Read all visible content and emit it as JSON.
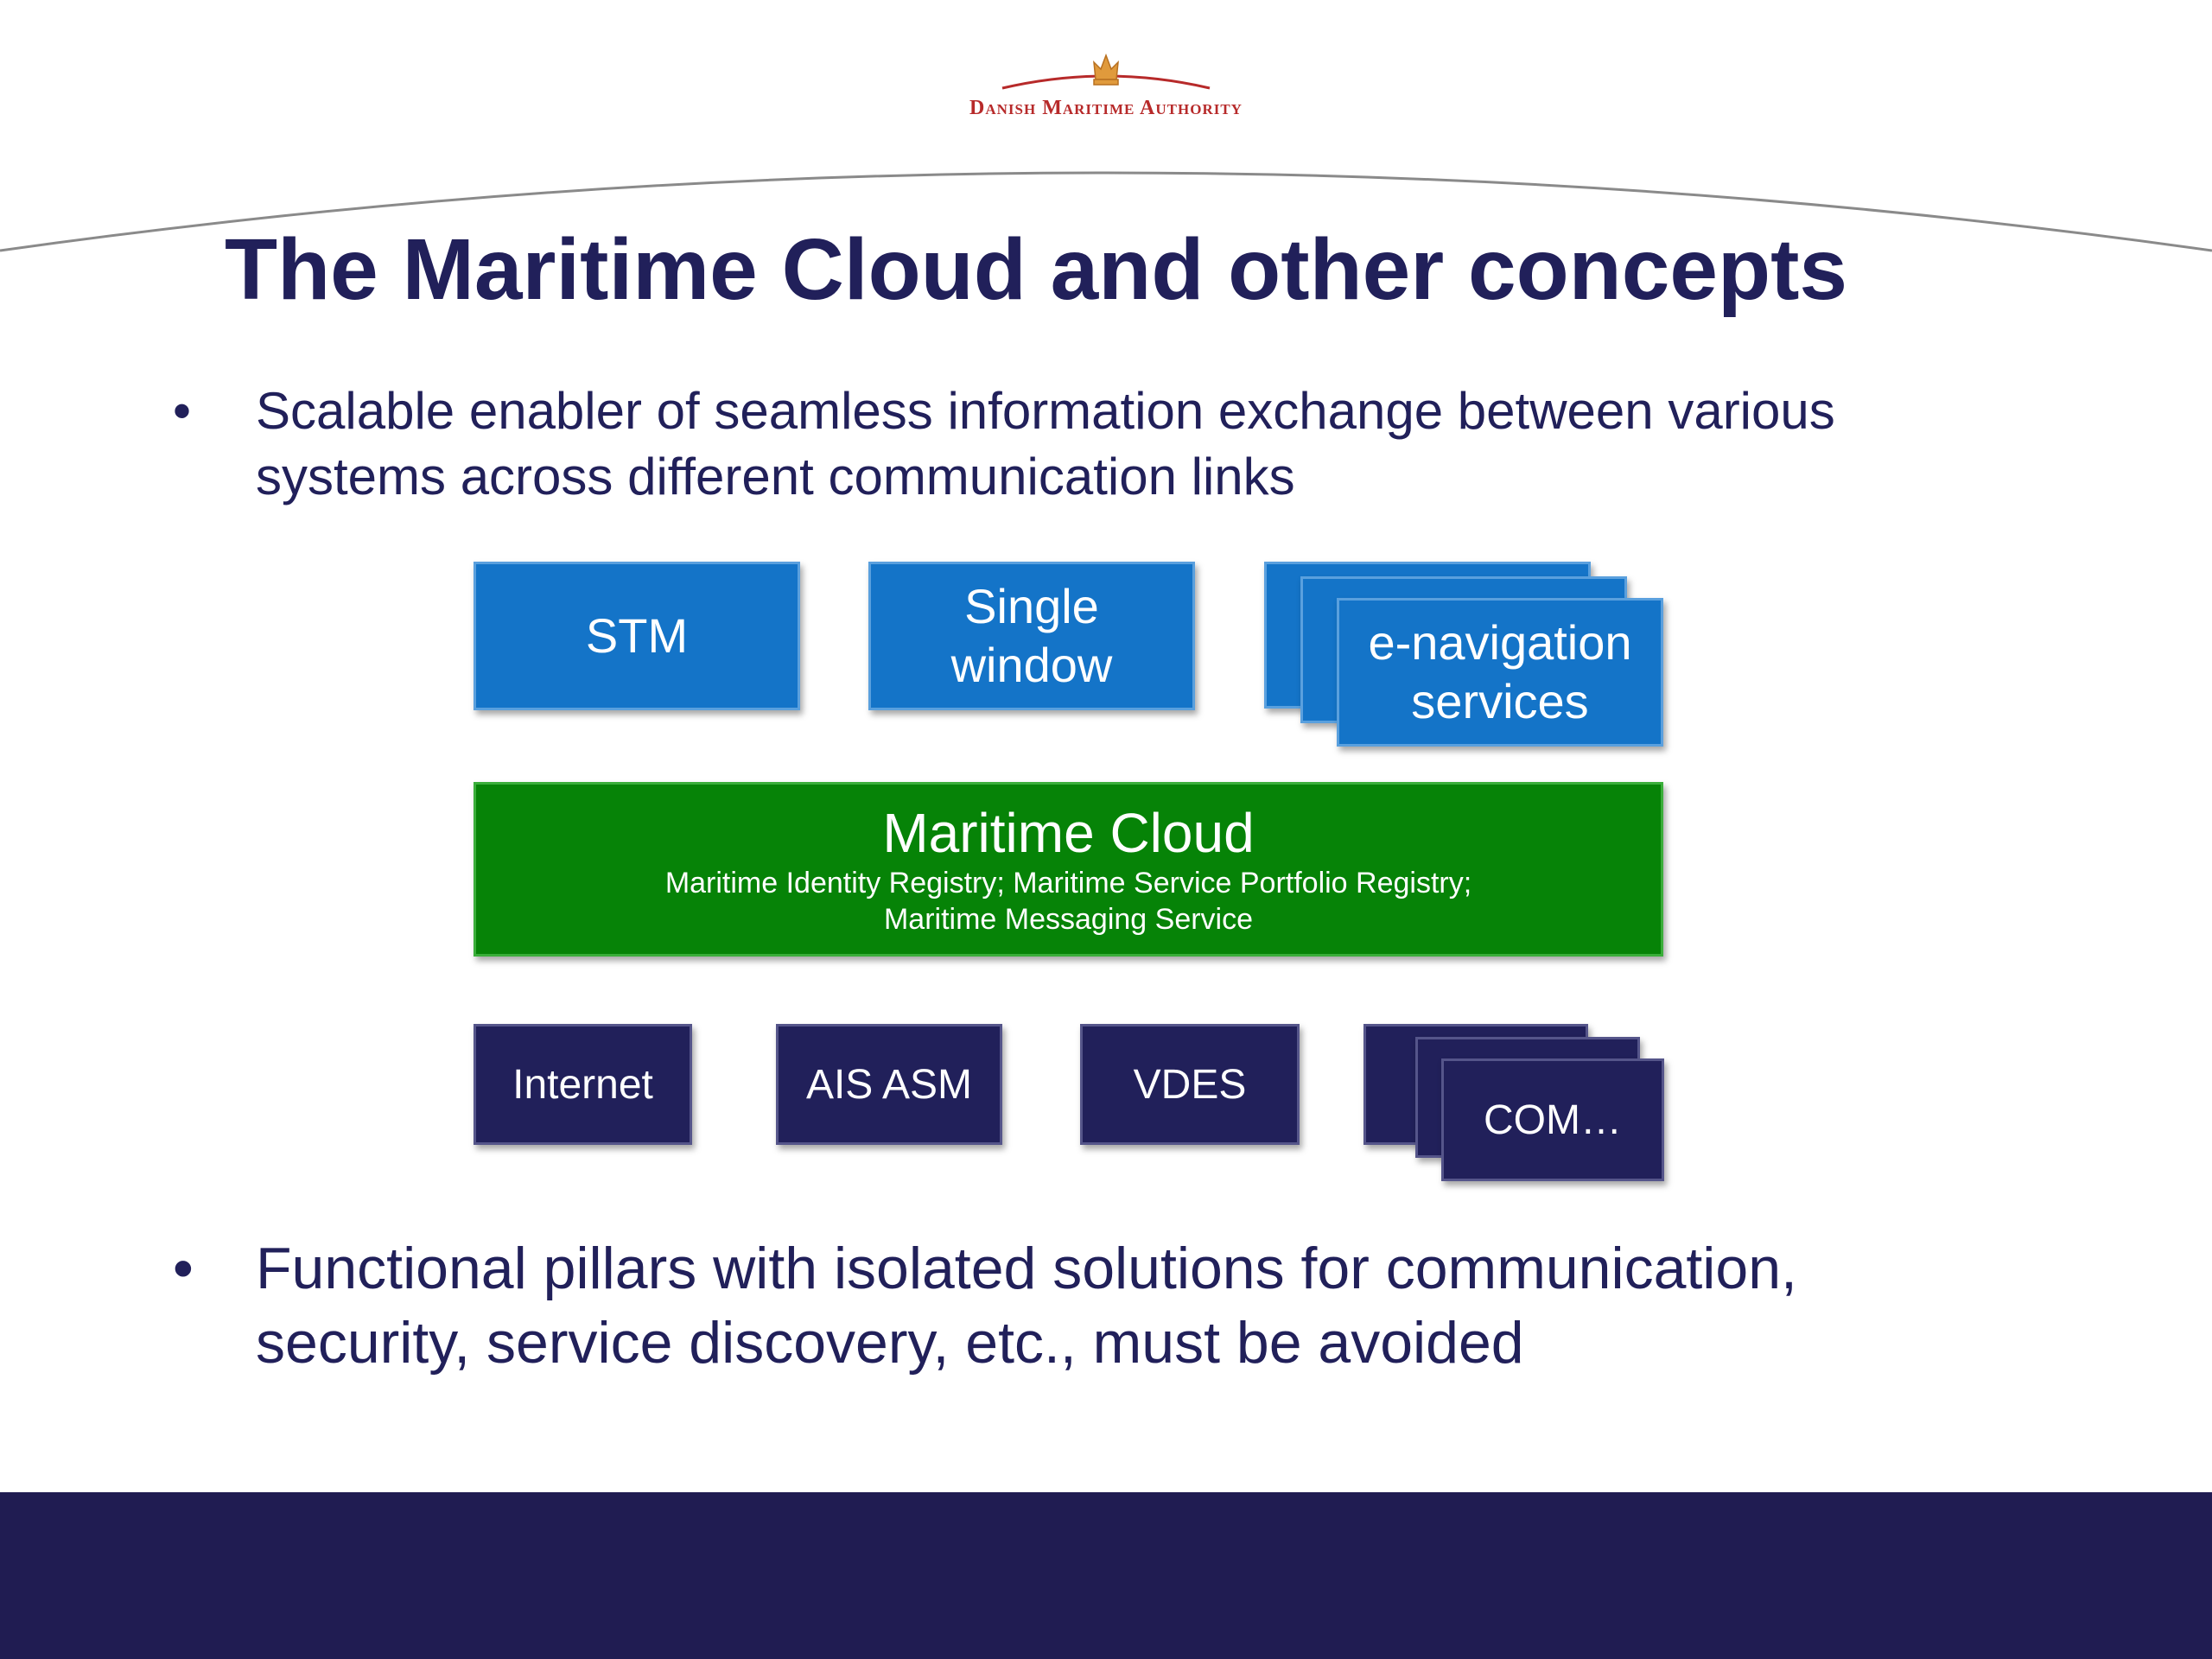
{
  "logo": {
    "text": "Danish Maritime Authority"
  },
  "slide": {
    "title": "The Maritime Cloud and other concepts"
  },
  "bullets": [
    {
      "marker": "•",
      "lines": [
        "Scalable enabler of seamless information exchange between various",
        "systems across different communication links"
      ]
    },
    {
      "marker": "•",
      "lines": [
        "Functional pillars with isolated solutions for communication,",
        "security, service discovery, etc.,  must be avoided"
      ]
    }
  ],
  "diagram": {
    "top_boxes": [
      {
        "lines": [
          "STM"
        ]
      },
      {
        "lines": [
          "Single",
          "window"
        ]
      },
      {
        "lines": [
          "e-navigation",
          "services"
        ]
      }
    ],
    "cloud": {
      "title": "Maritime Cloud",
      "subtitle_lines": [
        "Maritime Identity Registry; Maritime Service Portfolio Registry;",
        "Maritime Messaging Service"
      ]
    },
    "bottom_boxes": [
      {
        "label": "Internet"
      },
      {
        "label": "AIS ASM"
      },
      {
        "label": "VDES"
      },
      {
        "label": "COM…"
      }
    ]
  },
  "colors": {
    "title_navy": "#21205a",
    "service_blue": "#1474c8",
    "cloud_green": "#068307",
    "link_navy": "#21205a",
    "footer_navy": "#201c52",
    "logo_red": "#b72a2a"
  }
}
